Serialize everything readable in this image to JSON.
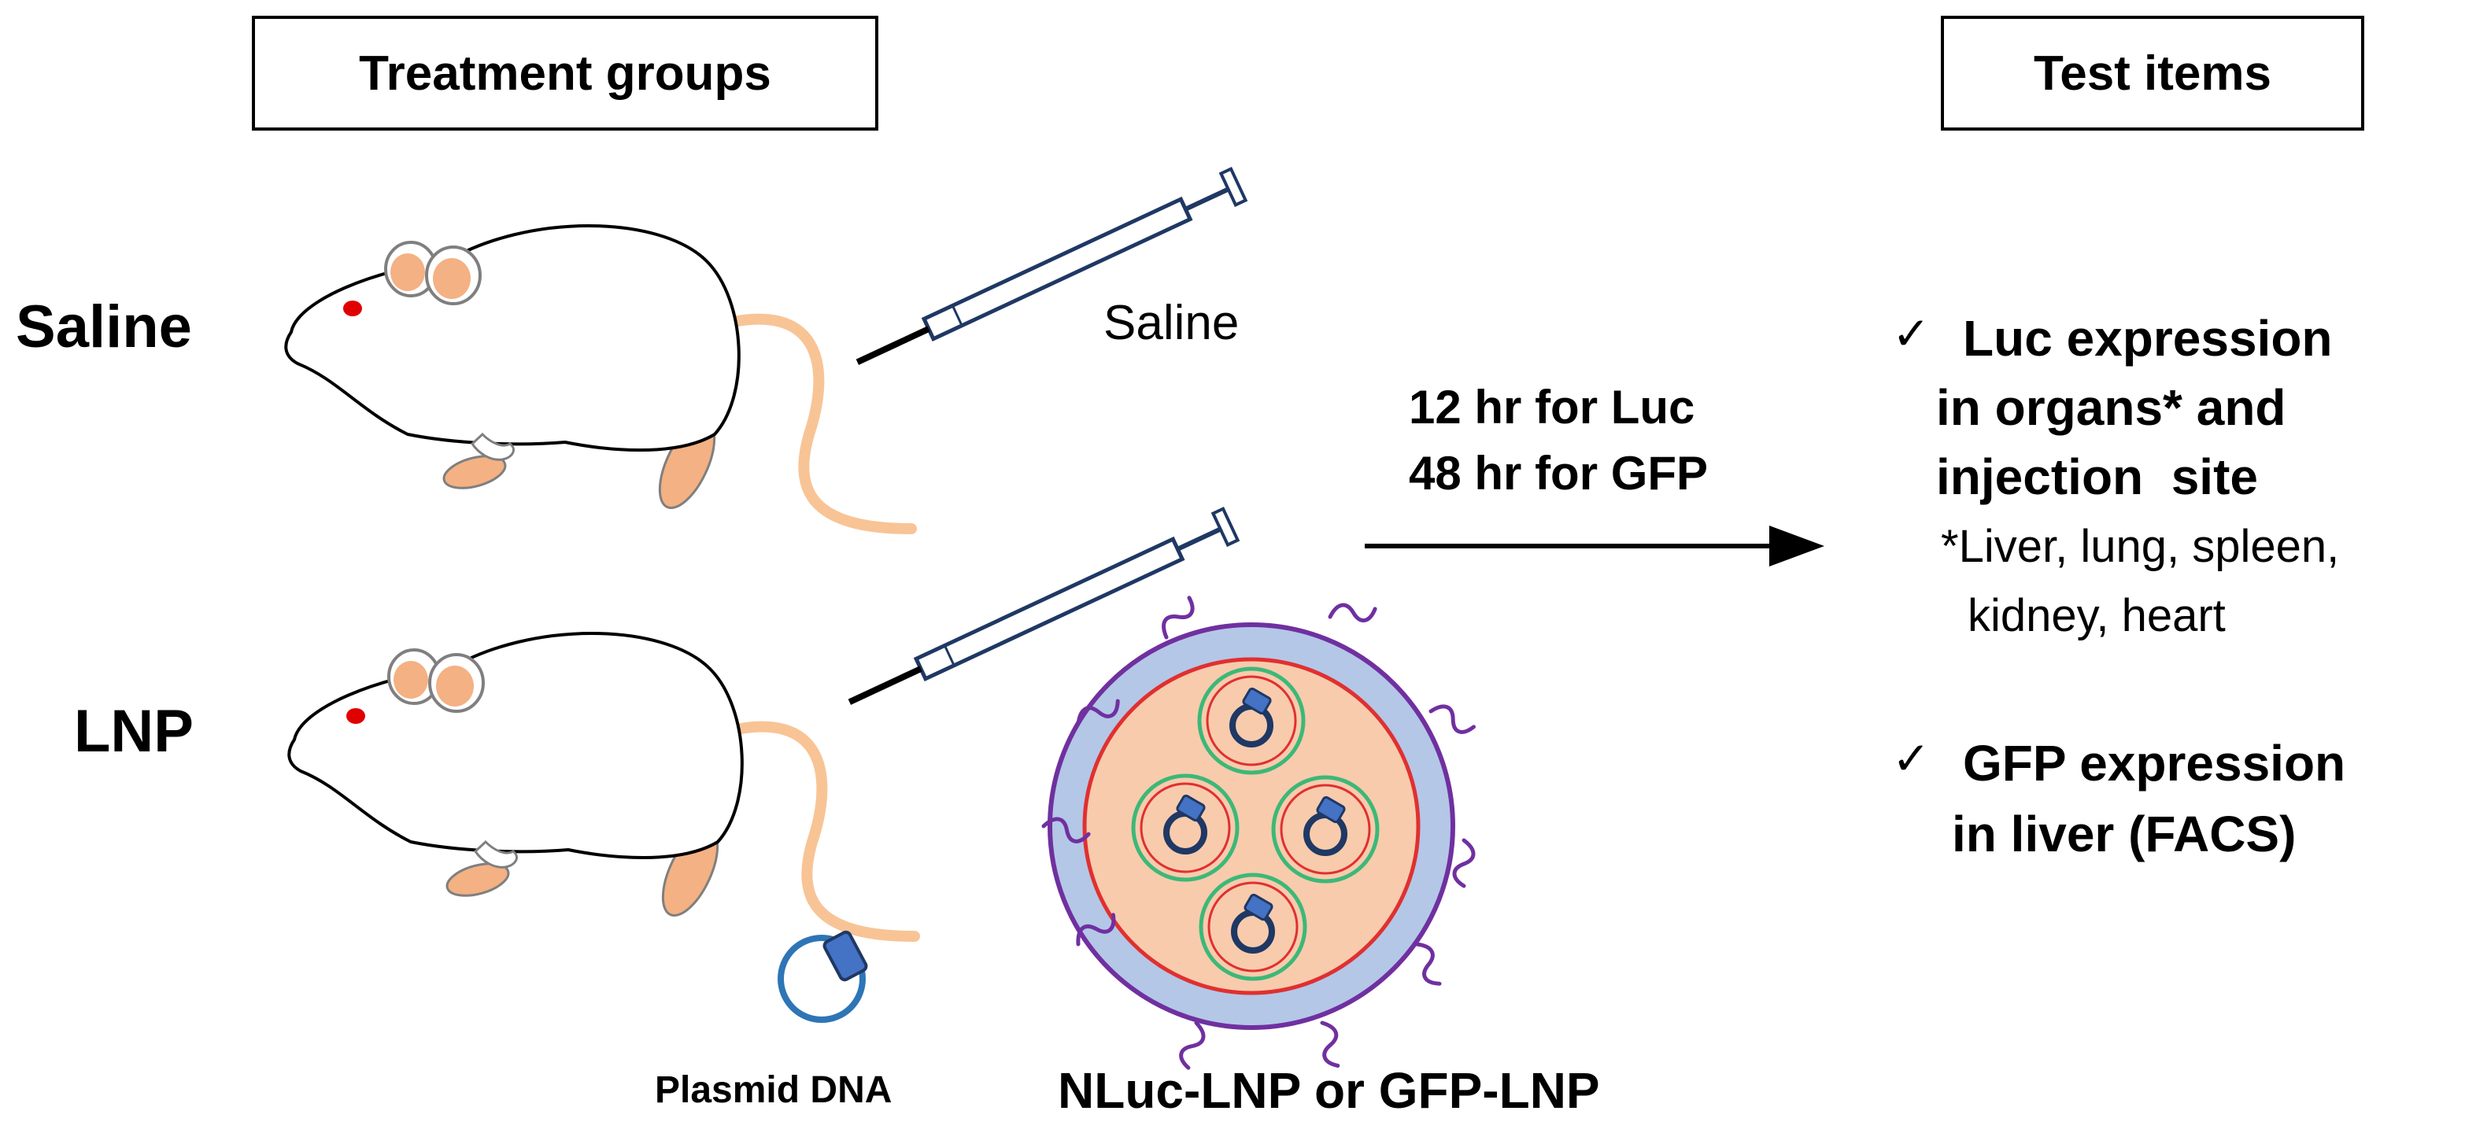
{
  "headers": {
    "treatment_groups": "Treatment groups",
    "test_items": "Test items"
  },
  "groups": {
    "saline": "Saline",
    "lnp": "LNP"
  },
  "syringe_label": "Saline",
  "timing": {
    "line1": "12 hr for Luc",
    "line2": "48 hr for GFP"
  },
  "tests": {
    "check_mark": "✓",
    "luc_line1": "Luc expression",
    "luc_line2": "in organs* and",
    "luc_line3": "injection  site",
    "organs_line1": "*Liver, lung, spleen,",
    "organs_line2": "kidney, heart",
    "gfp_line1": "GFP expression",
    "gfp_line2": "in liver (FACS)"
  },
  "legend": {
    "plasmid": "Plasmid DNA",
    "lnp_particle": "NLuc-LNP or GFP-LNP"
  },
  "colors": {
    "mouse_body": "#ffffff",
    "mouse_ear": "#f4b183",
    "mouse_eye": "#e00000",
    "tail": "#f8c496",
    "lnp_outer": "#b4c7e7",
    "lnp_outer_stroke": "#7030a0",
    "lnp_core": "#f8cbad",
    "lnp_core_stroke": "#e03030",
    "inner_ring": "#3cb878",
    "plasmid_blue": "#1f3864",
    "plasmid_light": "#2e75b6",
    "peg": "#7030a0"
  }
}
